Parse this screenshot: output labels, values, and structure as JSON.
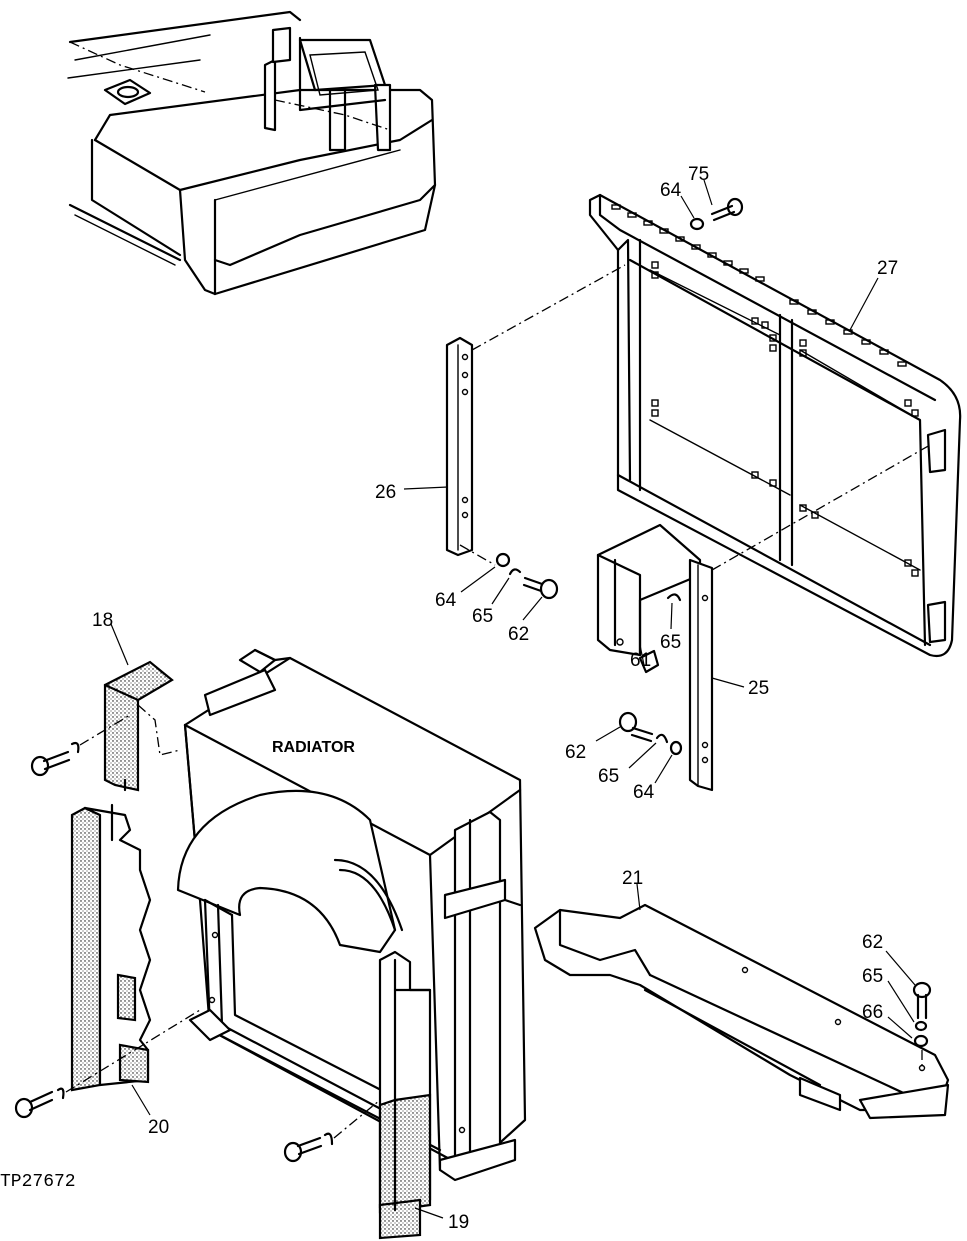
{
  "diagram": {
    "figure_code": "TP27672",
    "main_label": "RADIATOR",
    "callouts": {
      "c75": "75",
      "c64_top": "64",
      "c27": "27",
      "c26": "26",
      "c64_mid": "64",
      "c65_mid": "65",
      "c62_mid": "62",
      "c61": "61",
      "c65_right": "65",
      "c25": "25",
      "c18": "18",
      "c62_low": "62",
      "c65_low": "65",
      "c64_low": "64",
      "c21": "21",
      "c62_br": "62",
      "c65_br": "65",
      "c66": "66",
      "c20": "20",
      "c19": "19"
    }
  }
}
